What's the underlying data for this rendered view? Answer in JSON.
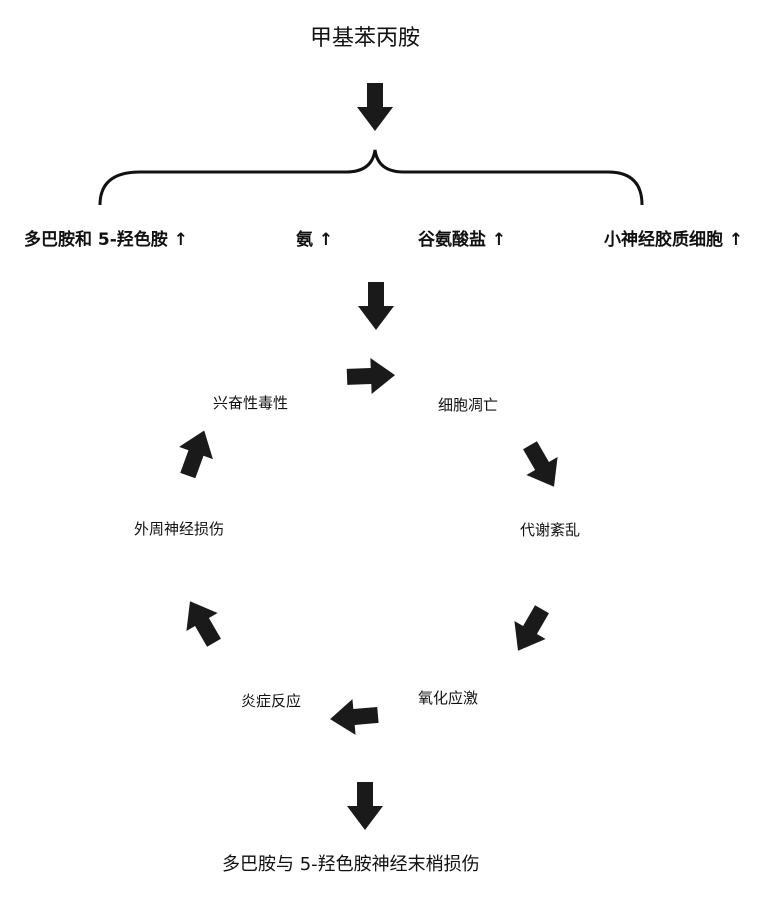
{
  "title": "甲基苯丙胺",
  "effects": [
    {
      "label": "多巴胺和 5-羟色胺",
      "arrow": "↑"
    },
    {
      "label": "氨",
      "arrow": "↑"
    },
    {
      "label": "谷氨酸盐",
      "arrow": "↑"
    },
    {
      "label": "小神经胶质细胞",
      "arrow": "↑"
    }
  ],
  "cycle": {
    "excitotoxicity": "兴奋性毒性",
    "apoptosis": "细胞凋亡",
    "metabolic_disorder": "代谢紊乱",
    "oxidative_stress": "氧化应激",
    "inflammation": "炎症反应",
    "peripheral_nerve_injury": "外周神经损伤"
  },
  "outcome": "多巴胺与 5-羟色胺神经末梢损伤",
  "colors": {
    "stroke": "#111111",
    "arrow_fill": "#1a1a1a",
    "background": "#ffffff"
  }
}
